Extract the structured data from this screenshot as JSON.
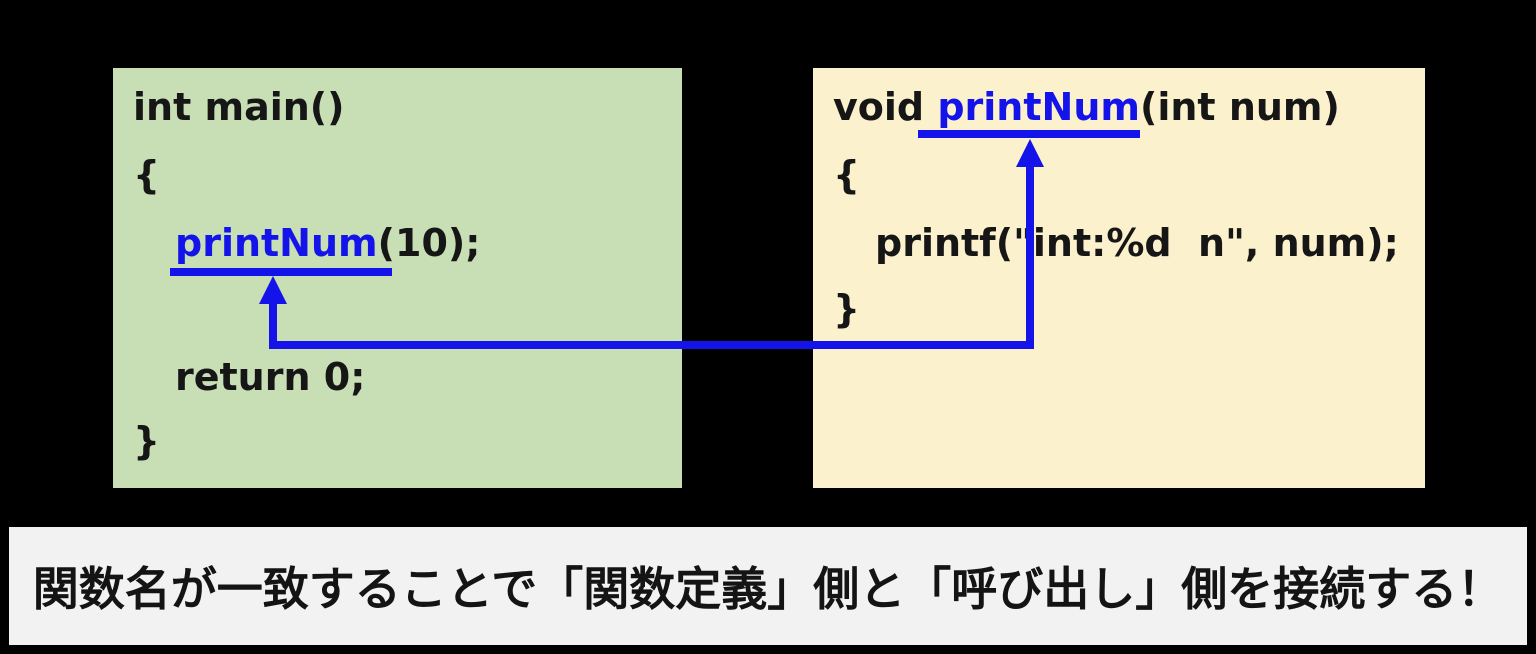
{
  "colors": {
    "background": "#000000",
    "caller_panel_bg": "#c8deb5",
    "callee_panel_bg": "#fcf1cd",
    "banner_bg": "#f2f2f2",
    "code_text": "#161616",
    "accent_blue": "#1313ea"
  },
  "caller_panel": {
    "line1": "int main()",
    "line2": "{",
    "call_name": "printNum",
    "call_suffix": "(10);",
    "line4": "return 0;",
    "line5": "}"
  },
  "callee_panel": {
    "def_prefix": "void ",
    "def_name": "printNum",
    "def_suffix": "(int num)",
    "line2": "{",
    "line3": "printf(\"int:%d  n\", num);",
    "line4": "}"
  },
  "banner": {
    "text": "関数名が一致することで「関数定義」側と「呼び出し」側を接続する！"
  }
}
